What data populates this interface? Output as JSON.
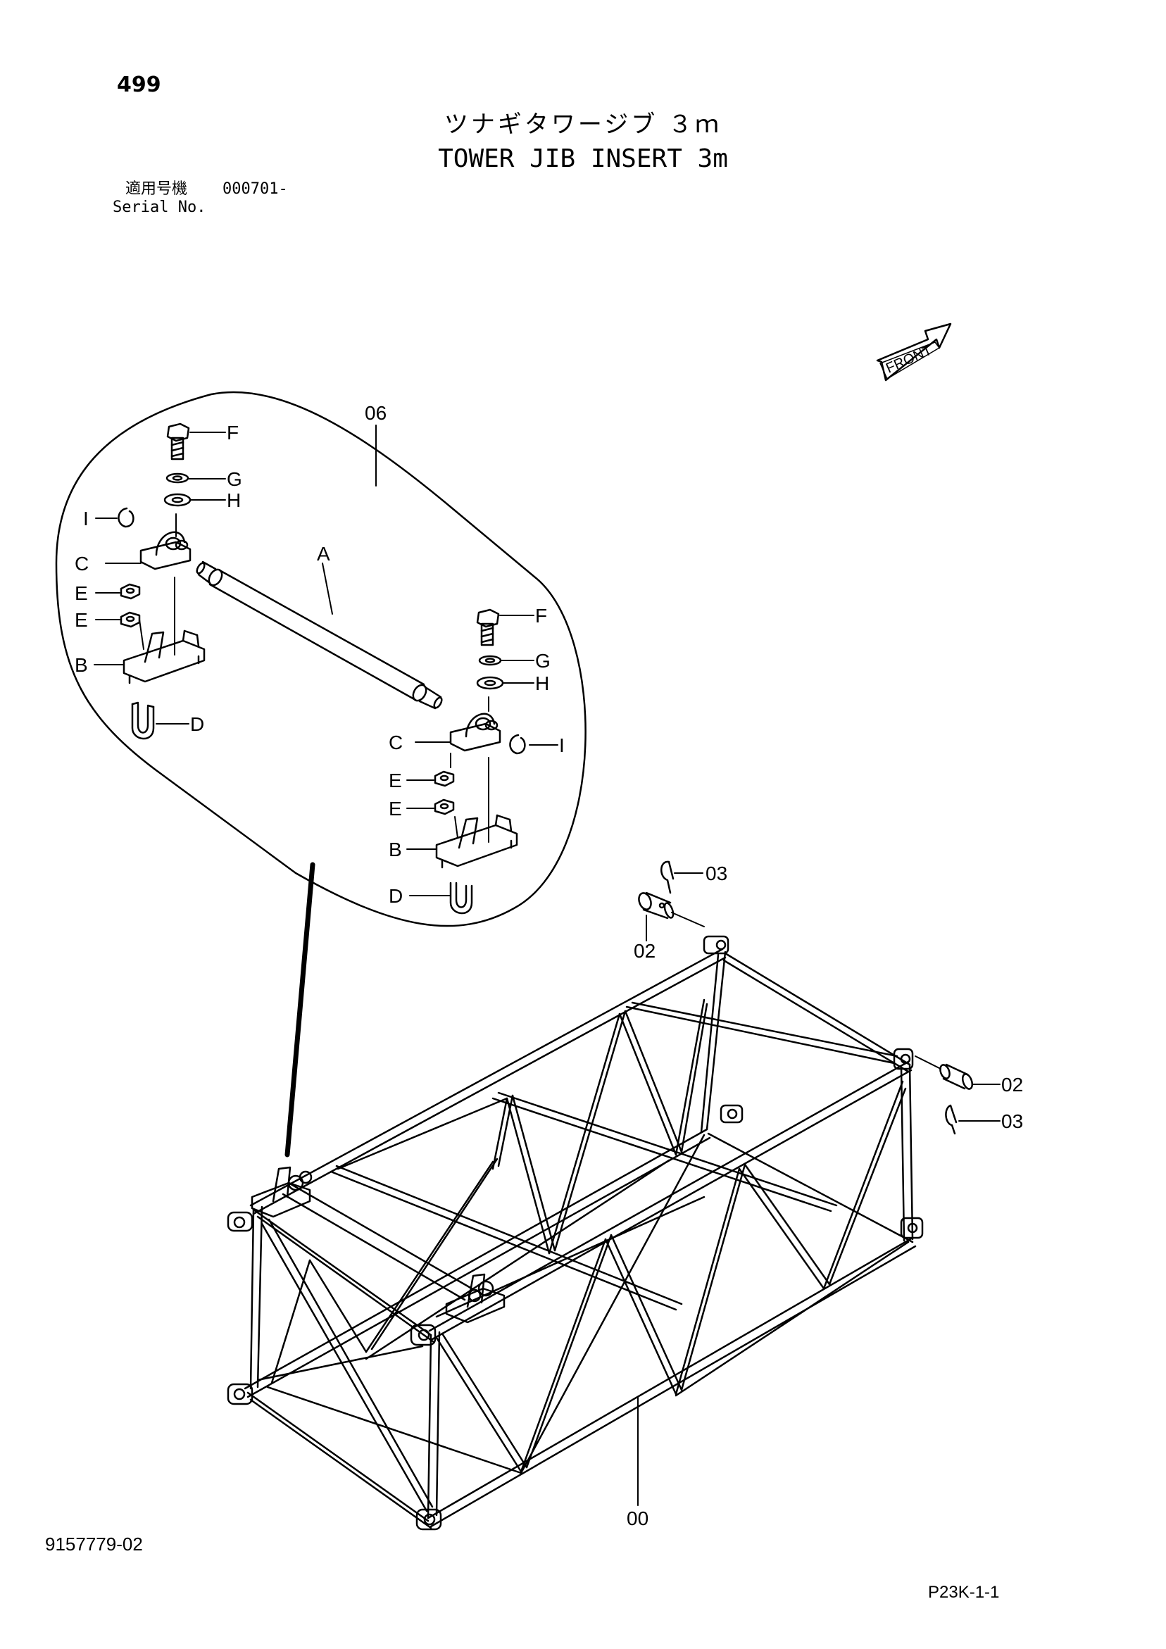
{
  "header": {
    "page_number": "499",
    "title_jp": "ツナギタワージブ ３ｍ",
    "title_en": "TOWER JIB INSERT 3m",
    "serial_label_jp": "適用号機",
    "serial_value": "000701-",
    "serial_label_en": "Serial No."
  },
  "footer": {
    "doc_number": "9157779-02",
    "page_code": "P23K-1-1"
  },
  "front_indicator": "FRONT",
  "callouts": {
    "c06": "06",
    "F1": "F",
    "G1": "G",
    "H1": "H",
    "I1": "I",
    "C1": "C",
    "E1": "E",
    "E2": "E",
    "B1": "B",
    "D1": "D",
    "A": "A",
    "F2": "F",
    "G2": "G",
    "H2": "H",
    "I2": "I",
    "C2": "C",
    "E3": "E",
    "E4": "E",
    "B2": "B",
    "D2": "D",
    "c03a": "03",
    "c02a": "02",
    "c02b": "02",
    "c03b": "03",
    "c00": "00"
  }
}
